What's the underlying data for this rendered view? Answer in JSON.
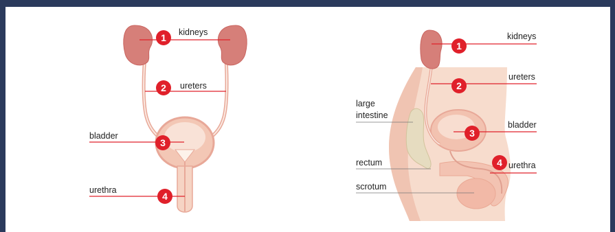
{
  "colors": {
    "border": "#2b3a5c",
    "background": "#ffffff",
    "callout": "#e0202a",
    "organ": "#d9857f",
    "body": "#f6d8c8",
    "intestine": "#e9e2c8"
  },
  "front_view": {
    "labels": {
      "kidneys": "kidneys",
      "ureters": "ureters",
      "bladder": "bladder",
      "urethra": "urethra"
    },
    "markers": [
      "1",
      "2",
      "3",
      "4"
    ]
  },
  "side_view": {
    "labels": {
      "kidneys": "kidneys",
      "ureters": "ureters",
      "bladder": "bladder",
      "urethra": "urethra",
      "large_intestine_line1": "large",
      "large_intestine_line2": "intestine",
      "rectum": "rectum",
      "scrotum": "scrotum"
    },
    "markers": [
      "1",
      "2",
      "3",
      "4"
    ]
  }
}
